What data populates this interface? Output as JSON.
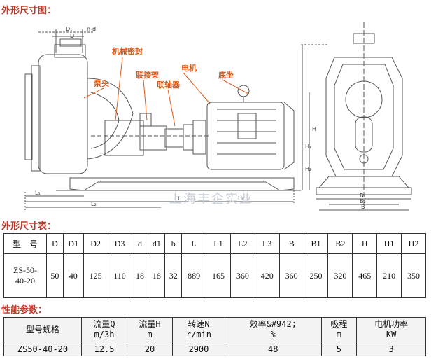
{
  "titles": {
    "drawing": "外形尺寸图：",
    "dims": "外形尺寸表：",
    "perf": "性能参数："
  },
  "drawing": {
    "labels": {
      "pump_head": "泵头",
      "mech_seal": "机械密封",
      "coupling_frame": "联接架",
      "coupling": "联轴器",
      "motor": "电机",
      "base": "底坐"
    },
    "dim_marks": {
      "D1": "D₁",
      "D": "D",
      "n_d": "n-d",
      "H": "H",
      "H1": "H₁",
      "H2": "H₂",
      "L": "L",
      "L1": "L₁",
      "L2": "L₂",
      "L3": "L₃",
      "B": "B",
      "B1": "B₁",
      "B2": "B₂"
    },
    "watermark": "上海丰企实业"
  },
  "dims_table": {
    "headers": [
      "型　号",
      "D",
      "D1",
      "D2",
      "D3",
      "d",
      "d1",
      "b",
      "L",
      "L1",
      "L2",
      "L3",
      "B",
      "B1",
      "B2",
      "H",
      "H1",
      "H2"
    ],
    "model": "ZS-50-\n40-20",
    "values": [
      "50",
      "40",
      "125",
      "110",
      "18",
      "18",
      "32",
      "889",
      "165",
      "360",
      "420",
      "360",
      "250",
      "320",
      "465",
      "210",
      "350"
    ]
  },
  "perf_table": {
    "headers": [
      "型号规格",
      "流量Q\nm/3h",
      "流量H\nm",
      "转速N\nr/min",
      "效率&#942;\n%",
      "吸程\nm",
      "电机功率\nKW"
    ],
    "row": [
      "ZS50-40-20",
      "12.5",
      "20",
      "2900",
      "48",
      "5",
      "3"
    ]
  },
  "colors": {
    "title": "#c0392b",
    "label": "#e05a1a",
    "line": "#555555"
  }
}
